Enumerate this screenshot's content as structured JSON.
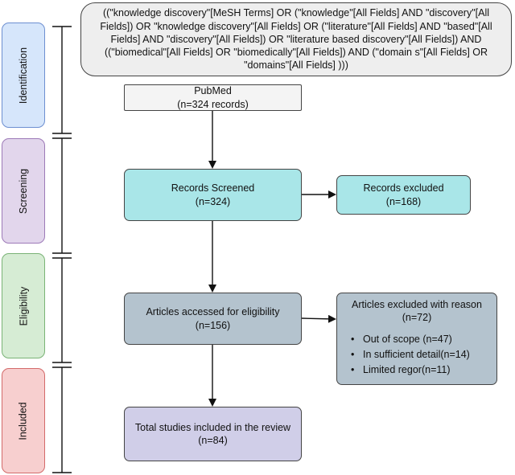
{
  "query": {
    "lines": [
      "((\"knowledge discovery\"[MeSH Terms] OR (\"knowledge\"[All Fields] AND \"discovery\"[All",
      "Fields]) OR \"knowledge discovery\"[All Fields] OR (\"literature\"[All Fields] AND \"based\"[All",
      "Fields] AND \"discovery\"[All Fields]) OR \"literature based discovery\"[All Fields]) AND",
      "((\"biomedical\"[All Fields] OR \"biomedically\"[All Fields]) AND (\"domain s\"[All Fields] OR",
      "\"domains\"[All Fields] )))"
    ]
  },
  "stages": [
    {
      "label": "Identification",
      "fill": "#d6e6fb",
      "stroke": "#6d8fd1"
    },
    {
      "label": "Screening",
      "fill": "#e2d6ec",
      "stroke": "#9d7ab8"
    },
    {
      "label": "Eligibility",
      "fill": "#d6ecd4",
      "stroke": "#7ab376"
    },
    {
      "label": "Included",
      "fill": "#f7cfcf",
      "stroke": "#d36a6a"
    }
  ],
  "boxes": {
    "pubmed": {
      "title": "PubMed",
      "count": "(n=324 records)"
    },
    "screened": {
      "title": "Records Screened",
      "count": "(n=324)"
    },
    "excluded": {
      "title": "Records excluded",
      "count": "(n=168)"
    },
    "eligible": {
      "title": "Articles accessed for eligibility",
      "count": "(n=156)"
    },
    "excluded_reason": {
      "title": "Articles excluded with reason",
      "count": "(n=72)",
      "bullet": "•",
      "reasons": [
        "Out of scope (n=47)",
        "In sufficient detail(n=14)",
        "Limited regor(n=11)"
      ]
    },
    "included": {
      "title": "Total studies included in the review",
      "count": "(n=84)"
    }
  },
  "colors": {
    "query_fill": "#eeeeee",
    "pubmed_fill": "#f4f4f4",
    "screening_fill": "#a9e6e8",
    "eligibility_fill": "#b4c3ce",
    "included_fill": "#d0cee8",
    "line": "#111111"
  }
}
